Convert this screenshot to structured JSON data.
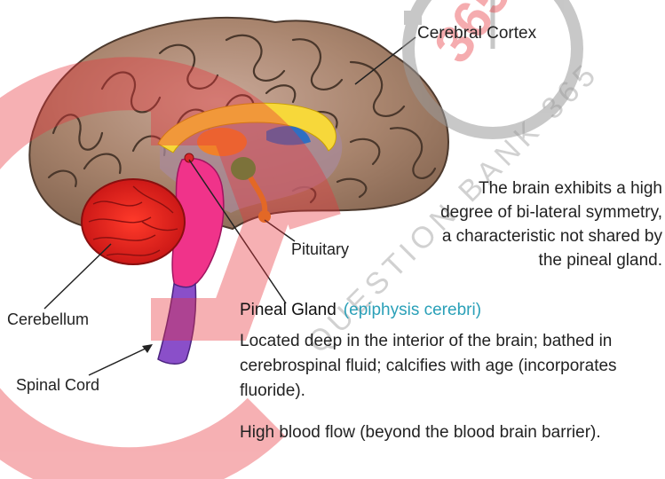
{
  "labels": {
    "cerebral_cortex": "Cerebral Cortex",
    "pituitary": "Pituitary",
    "cerebellum": "Cerebellum",
    "spinal_cord": "Spinal Cord"
  },
  "note": {
    "lines": [
      "The brain exhibits a high",
      "degree of bi-lateral symmetry,",
      "a characteristic not shared by",
      "the pineal gland."
    ]
  },
  "pineal": {
    "title": "Pineal Gland",
    "latin": "(epiphysis cerebri)",
    "description": "Located deep in the interior of the brain; bathed in cerebrospinal fluid; calcifies with age (incorporates fluoride).",
    "blood_flow": "High blood flow (beyond the blood brain barrier)."
  },
  "watermark": {
    "number": "365",
    "text": "QUESTION BANK 365"
  },
  "colors": {
    "cortex": "#9e7b63",
    "cerebellum": "#e21e1e",
    "brainstem": "#f0338a",
    "spinal_cord": "#8a4fc9",
    "corpus_callosum": "#f7d83a",
    "latin_text": "#2aa0b8",
    "watermark_red": "#e8323a"
  }
}
